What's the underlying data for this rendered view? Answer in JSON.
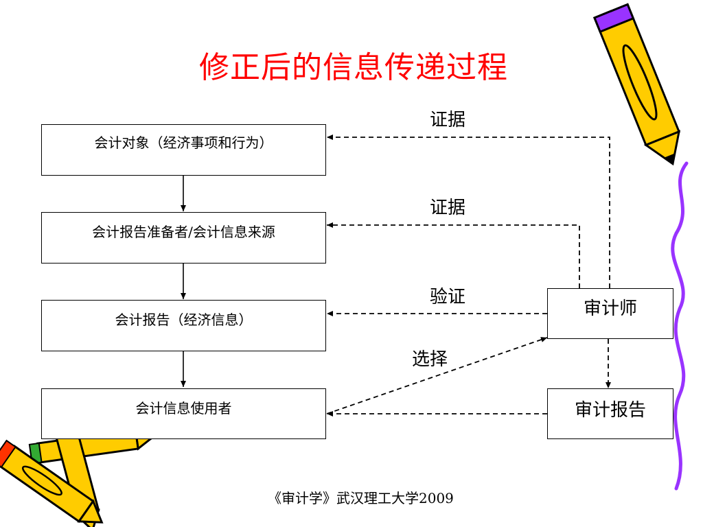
{
  "title": "修正后的信息传递过程",
  "boxes": {
    "object": "会计对象（经济事项和行为）",
    "preparer": "会计报告准备者/会计信息来源",
    "report": "会计报告（经济信息）",
    "user": "会计信息使用者",
    "auditor": "审计师",
    "audit_report": "审计报告"
  },
  "edge_labels": {
    "evidence_1": "证据",
    "evidence_2": "证据",
    "verify": "验证",
    "select": "选择"
  },
  "footer": "《审计学》武汉理工大学2009",
  "colors": {
    "title": "#ff0000",
    "pencil_yellow": "#ffcc00",
    "pencil_red": "#ff3300",
    "pencil_green": "#33aa33",
    "wavy_line": "#9933ff"
  }
}
